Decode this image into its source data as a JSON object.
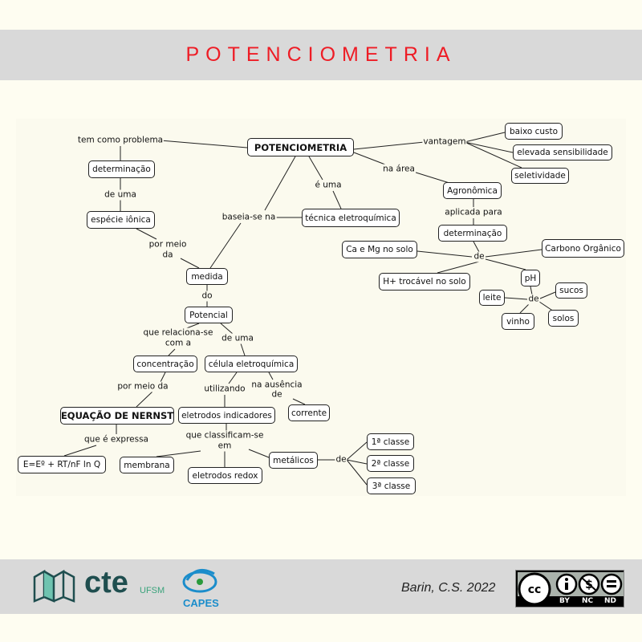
{
  "header": {
    "title": "POTENCIOMETRIA"
  },
  "nodes": {
    "root": "POTENCIOMETRIA",
    "determinacao_left": "determinação",
    "especie": "espécie iônica",
    "medida": "medida",
    "potencial": "Potencial",
    "tecnica": "técnica eletroquímica",
    "agronomica": "Agronômica",
    "determinacao_right": "determinação",
    "camg": "Ca e Mg no solo",
    "carbono": "Carbono Orgânico",
    "htroc": "H+ trocável no solo",
    "ph": "pH",
    "leite": "leite",
    "sucos": "sucos",
    "vinho": "vinho",
    "solos": "solos",
    "baixo": "baixo custo",
    "elevada": "elevada sensibilidade",
    "seletividade": "seletividade",
    "concentracao": "concentração",
    "celula": "célula eletroquímica",
    "nernst": "EQUAÇÃO DE NERNST",
    "eletrodos": "eletrodos indicadores",
    "corrente": "corrente",
    "equacao": "E=Eº + RT/nF ln Q",
    "membrana": "membrana",
    "redox": "eletrodos redox",
    "metalicos": "metálicos",
    "classe1": "1ª classe",
    "classe2": "2ª classe",
    "classe3": "3ª classe"
  },
  "links": {
    "problema": "tem como problema",
    "vantagem": "vantagem",
    "na_area": "na área",
    "e_uma": "é uma",
    "baseia": "baseia-se na",
    "de_uma1": "de uma",
    "por_meio1a": "por meio",
    "por_meio1b": "da",
    "aplicada": "aplicada para",
    "de1": "de",
    "de2": "de",
    "do": "do",
    "relaciona_a": "que relaciona-se",
    "relaciona_b": "com a",
    "de_uma2": "de uma",
    "por_meio2": "por meio da",
    "utilizando": "utilizando",
    "ausencia_a": "na ausência",
    "ausencia_b": "de",
    "expressa": "que é expressa",
    "classificam_a": "que classificam-se",
    "classificam_b": "em",
    "de3": "de"
  },
  "footer": {
    "cte": "cte",
    "ufsm": "UFSM",
    "capes": "CAPES",
    "author": "Barin, C.S. 2022",
    "license": [
      "BY",
      "NC",
      "ND"
    ]
  },
  "colors": {
    "title": "#ee1c25",
    "band": "#d9d9d9",
    "cte": "#1f4e4f",
    "capes": "#1b8dcb"
  }
}
